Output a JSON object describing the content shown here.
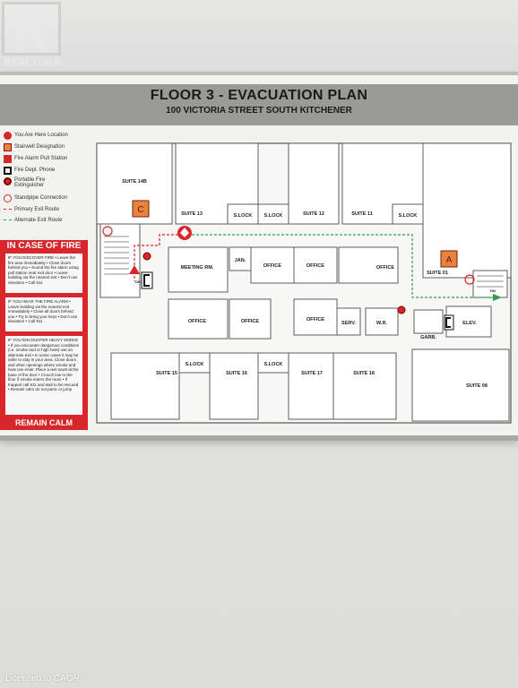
{
  "photo": {
    "logo_text": "REALTOR®",
    "watermark": "Licensed to CAOR"
  },
  "sign": {
    "title": "FLOOR 3 - EVACUATION PLAN",
    "subtitle": "100 VICTORIA STREET SOUTH KITCHENER",
    "legend": [
      "You Are Here Location",
      "Stairwell Designation",
      "Fire Alarm Pull Station",
      "Fire Dept. Phone",
      "Portable Fire Extinguisher",
      "Standpipe Connection",
      "Primary Exit Route",
      "Alternate Exit Route"
    ],
    "fire_box": {
      "heading": "IN CASE OF FIRE",
      "panel1": "IF YOU DISCOVER FIRE • Leave the fire area immediately • Close doors behind you • Sound the fire alarm using pull station near exit door • Leave building via the nearest exit • Don't use elevators • Call 911",
      "panel2": "IF YOU HEAR THE FIRE ALARM • Leave building via the nearest exit immediately • Close all doors behind you • Try to bring your keys • Don't use elevators • Call 911",
      "panel3": "IF YOU ENCOUNTER HEAVY SMOKE • If you encounter dangerous conditions (i.e. smoke and or high heat) use an alternate exit • In some cases it may be safer to stay in your area. Close doors and other openings where smoke and heat can enter. Place a wet towel at the base of the door • Crouch low to the floor if smoke enters the room • If trapped call 911 and wait to be rescued • Remain calm do not panic or jump",
      "footer": "REMAIN CALM"
    },
    "rooms": {
      "suite_14b": "SUITE 14B",
      "suite_13": "SUITE 13",
      "s_lock_1": "S.LOCK",
      "s_lock_2": "S.LOCK",
      "suite_12": "SUITE 12",
      "suite_11": "SUITE 11",
      "s_lock_3": "S.LOCK",
      "meeting": "MEETING RM.",
      "jan": "JAN.",
      "office_1": "OFFICE",
      "office_2": "OFFICE",
      "office_3": "OFFICE",
      "suite_01": "SUITE 01",
      "office_4": "OFFICE",
      "office_5": "OFFICE",
      "office_6": "OFFICE",
      "serv": "SERV.",
      "wr": "W.R.",
      "garb": "GARB.",
      "elev": "ELEV.",
      "suite_15": "SUITE 15",
      "s_lock_4": "S.LOCK",
      "suite_16": "SUITE 16",
      "s_lock_5": "S.LOCK",
      "suite_17": "SUITE 17",
      "suite_18": "SUITE 18",
      "suite_08": "SUITE 08",
      "stair_c": "C",
      "stair_a": "A",
      "dn_1": "DN",
      "dn_2": "DN"
    },
    "colors": {
      "fire_red": "#d8262a",
      "stair_orange": "#e8823c",
      "primary_route": "#d8262a",
      "alternate_route": "#2e9e4a"
    }
  }
}
